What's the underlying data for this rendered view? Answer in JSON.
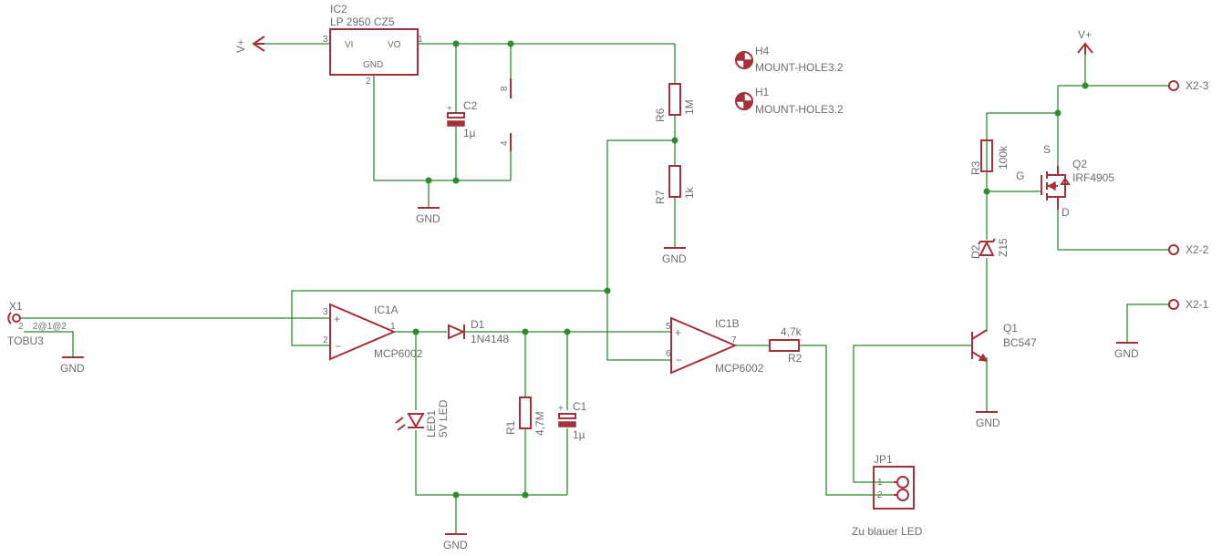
{
  "components": {
    "ic2": {
      "name": "IC2",
      "value": "LP 2950 CZ5",
      "pin_vi": "VI",
      "pin_vo": "VO",
      "pin_gnd": "GND",
      "pin3": "3",
      "pin1": "1",
      "pin2": "2"
    },
    "c2": {
      "name": "C2",
      "value": "1µ"
    },
    "ic1_power": {
      "pin8": "8",
      "pin4": "4"
    },
    "r6": {
      "name": "R6",
      "value": "1M"
    },
    "r7": {
      "name": "R7",
      "value": "1k"
    },
    "h4": {
      "name": "H4",
      "value": "MOUNT-HOLE3.2"
    },
    "h1": {
      "name": "H1",
      "value": "MOUNT-HOLE3.2"
    },
    "x1": {
      "name": "X1",
      "value": "TOBU3",
      "pins": "2@1@2",
      "pin2": "2"
    },
    "ic1a": {
      "name": "IC1A",
      "value": "MCP6002",
      "pin3": "3",
      "pin2": "2",
      "pin1": "1"
    },
    "d1": {
      "name": "D1",
      "value": "1N4148"
    },
    "led1": {
      "name": "LED1",
      "value": "5V LED"
    },
    "r1": {
      "name": "R1",
      "value": "4,7M"
    },
    "c1": {
      "name": "C1",
      "value": "1µ"
    },
    "ic1b": {
      "name": "IC1B",
      "value": "MCP6002",
      "pin5": "5",
      "pin6": "6",
      "pin7": "7"
    },
    "r2": {
      "name": "R2",
      "value": "4,7k"
    },
    "jp1": {
      "name": "JP1",
      "pin1": "1",
      "pin2": "2",
      "note": "Zu blauer LED"
    },
    "q1": {
      "name": "Q1",
      "value": "BC547"
    },
    "d2": {
      "name": "D2",
      "value": "Z15"
    },
    "r3": {
      "name": "R3",
      "value": "100k"
    },
    "q2": {
      "name": "Q2",
      "value": "IRF4905",
      "s": "S",
      "g": "G",
      "d": "D"
    },
    "x2_3": {
      "name": "X2-3"
    },
    "x2_2": {
      "name": "X2-2"
    },
    "x2_1": {
      "name": "X2-1"
    }
  },
  "supplies": {
    "vplus": "V+",
    "gnd": "GND"
  }
}
